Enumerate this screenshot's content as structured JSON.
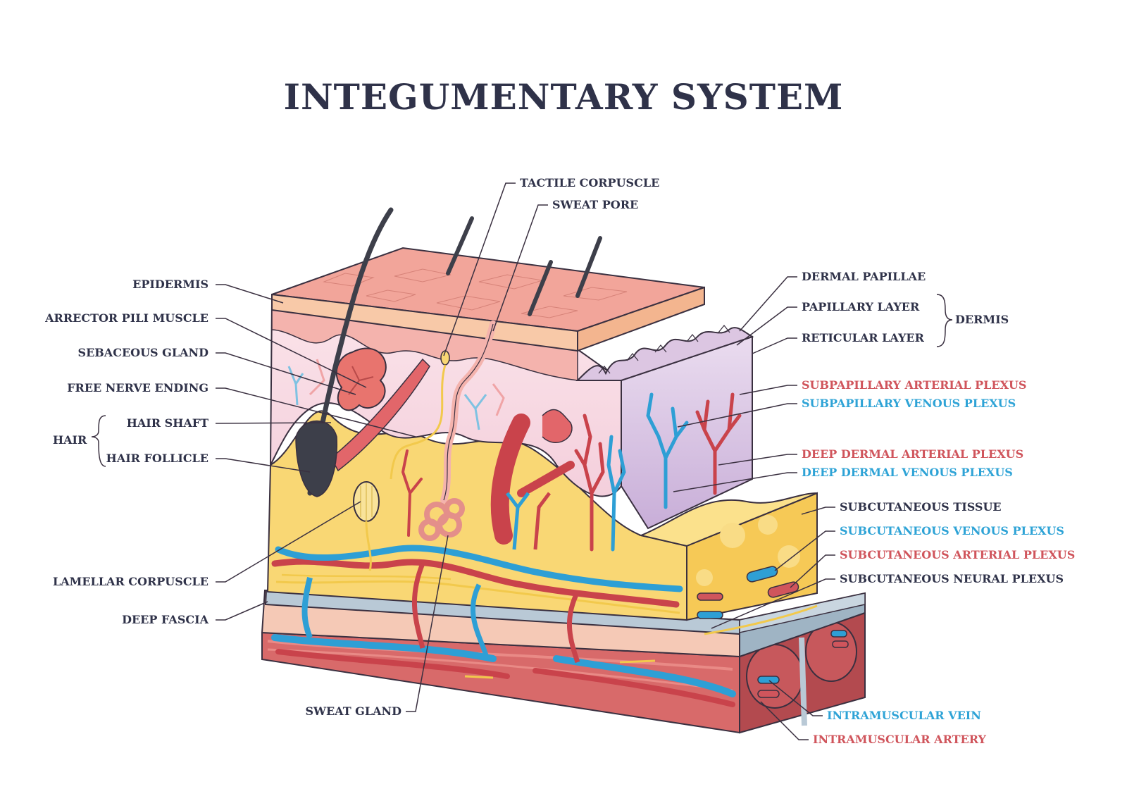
{
  "title": "INTEGUMENTARY SYSTEM",
  "colors": {
    "text": "#2f3249",
    "artery": "#d0555c",
    "vein": "#2ea3d6",
    "epidermis": "#f2a59a",
    "dermis": "#f7dbe4",
    "reticular": "#dcc6e2",
    "subcutaneous": "#f9d774",
    "fascia": "#b9c9d6",
    "muscle": "#d56b6b"
  },
  "labels_left": {
    "epidermis": "EPIDERMIS",
    "arrector_pili_muscle": "ARRECTOR PILI MUSCLE",
    "sebaceous_gland": "SEBACEOUS GLAND",
    "free_nerve_ending": "FREE NERVE ENDING",
    "hair": "HAIR",
    "hair_shaft": "HAIR SHAFT",
    "hair_follicle": "HAIR FOLLICLE",
    "lamellar_corpuscle": "LAMELLAR CORPUSCLE",
    "deep_fascia": "DEEP FASCIA"
  },
  "labels_top": {
    "tactile_corpuscle": "TACTILE CORPUSCLE",
    "sweat_pore": "SWEAT PORE"
  },
  "labels_bottom": {
    "sweat_gland": "SWEAT GLAND"
  },
  "labels_right": {
    "dermal_papillae": "DERMAL PAPILLAE",
    "papillary_layer": "PAPILLARY LAYER",
    "reticular_layer": "RETICULAR LAYER",
    "dermis": "DERMIS",
    "subpapillary_arterial_plexus": "SUBPAPILLARY ARTERIAL PLEXUS",
    "subpapillary_venous_plexus": "SUBPAPILLARY VENOUS PLEXUS",
    "deep_dermal_arterial_plexus": "DEEP DERMAL ARTERIAL PLEXUS",
    "deep_dermal_venous_plexus": "DEEP DERMAL VENOUS PLEXUS",
    "subcutaneous_tissue": "SUBCUTANEOUS TISSUE",
    "subcutaneous_venous_plexus": "SUBCUTANEOUS VENOUS PLEXUS",
    "subcutaneous_arterial_plexus": "SUBCUTANEOUS ARTERIAL PLEXUS",
    "subcutaneous_neural_plexus": "SUBCUTANEOUS NEURAL PLEXUS",
    "intramuscular_vein": "INTRAMUSCULAR VEIN",
    "intramuscular_artery": "INTRAMUSCULAR ARTERY"
  }
}
